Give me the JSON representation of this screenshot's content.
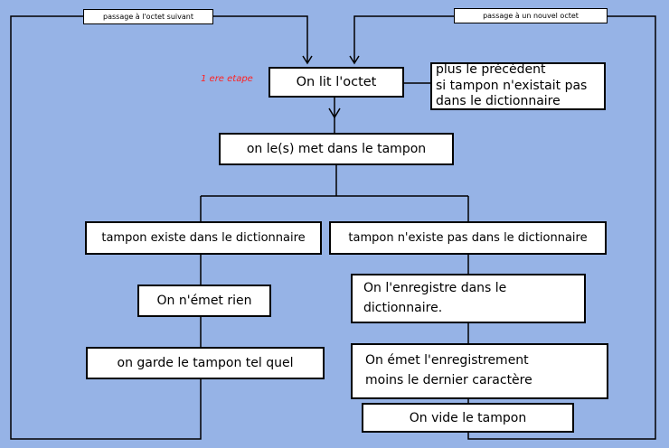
{
  "diagram": {
    "top_left_label": "passage à l'octet suivant",
    "top_right_label": "passage à un nouvel octet",
    "step_label": "1 ere etape",
    "read_byte": "On lit l'octet",
    "note": "plus le précédent\nsi tampon n'existait pas\ndans le dictionnaire",
    "put_buffer": "on le(s) met dans le tampon",
    "exists": "tampon existe dans le dictionnaire",
    "not_exists": "tampon n'existe pas dans le dictionnaire",
    "emit_nothing": "On n'émet rien",
    "keep_buffer": "on garde le tampon tel quel",
    "register": "On l'enregistre dans le\ndictionnaire.",
    "emit_record": "On émet l'enregistrement\nmoins le dernier caractère",
    "clear_buffer": "On vide le tampon"
  },
  "colors": {
    "background": "#96b3e6",
    "box": "#ffffff",
    "line": "#000000",
    "step_label": "#ff2020"
  }
}
